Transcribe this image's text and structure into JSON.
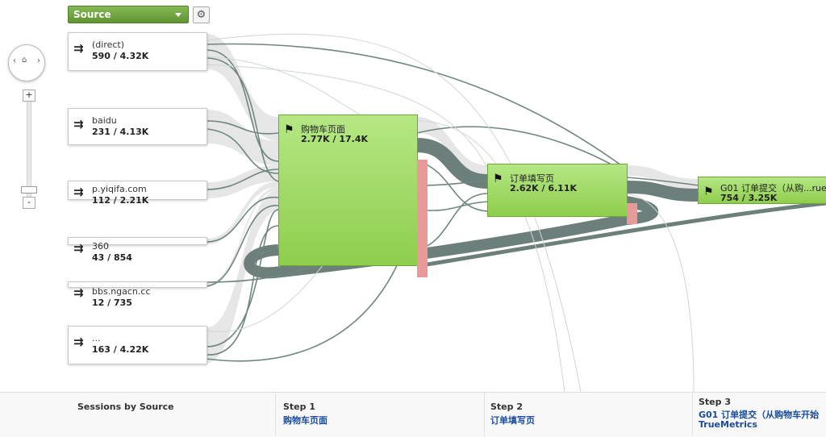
{
  "toolbar": {
    "dimension_label": "Source",
    "settings_icon": "gear-icon"
  },
  "navigation": {
    "home_icon": "home-icon",
    "zoom_in_label": "+",
    "zoom_out_label": "-"
  },
  "sources": [
    {
      "name": "(direct)",
      "value": "590 / 4.32K"
    },
    {
      "name": "baidu",
      "value": "231 / 4.13K"
    },
    {
      "name": "p.yiqifa.com",
      "value": "112 / 2.21K"
    },
    {
      "name": "360",
      "value": "43 / 854"
    },
    {
      "name": "bbs.ngacn.cc",
      "value": "12 / 735"
    },
    {
      "name": "...",
      "value": "163 / 4.22K"
    }
  ],
  "steps": [
    {
      "name": "购物车页面",
      "value": "2.77K / 17.4K"
    },
    {
      "name": "订单填写页",
      "value": "2.62K / 6.11K"
    },
    {
      "name": "G01 订单提交（从购...rue",
      "value": "754 / 3.25K"
    }
  ],
  "columns": {
    "sources_header": "Sessions by Source",
    "step1": {
      "header": "Step 1",
      "link": "购物车页面"
    },
    "step2": {
      "header": "Step 2",
      "link": "订单填写页"
    },
    "step3": {
      "header": "Step 3",
      "link_line1": "G01 订单提交（从购物车开始",
      "link_line2": "TrueMetrics"
    }
  },
  "colors": {
    "node_green": "#9ed865",
    "flow_dark": "#6d7f7a",
    "flow_light": "#e5e5e5",
    "dropoff": "#e79a98",
    "link_blue": "#1a4b9b"
  }
}
